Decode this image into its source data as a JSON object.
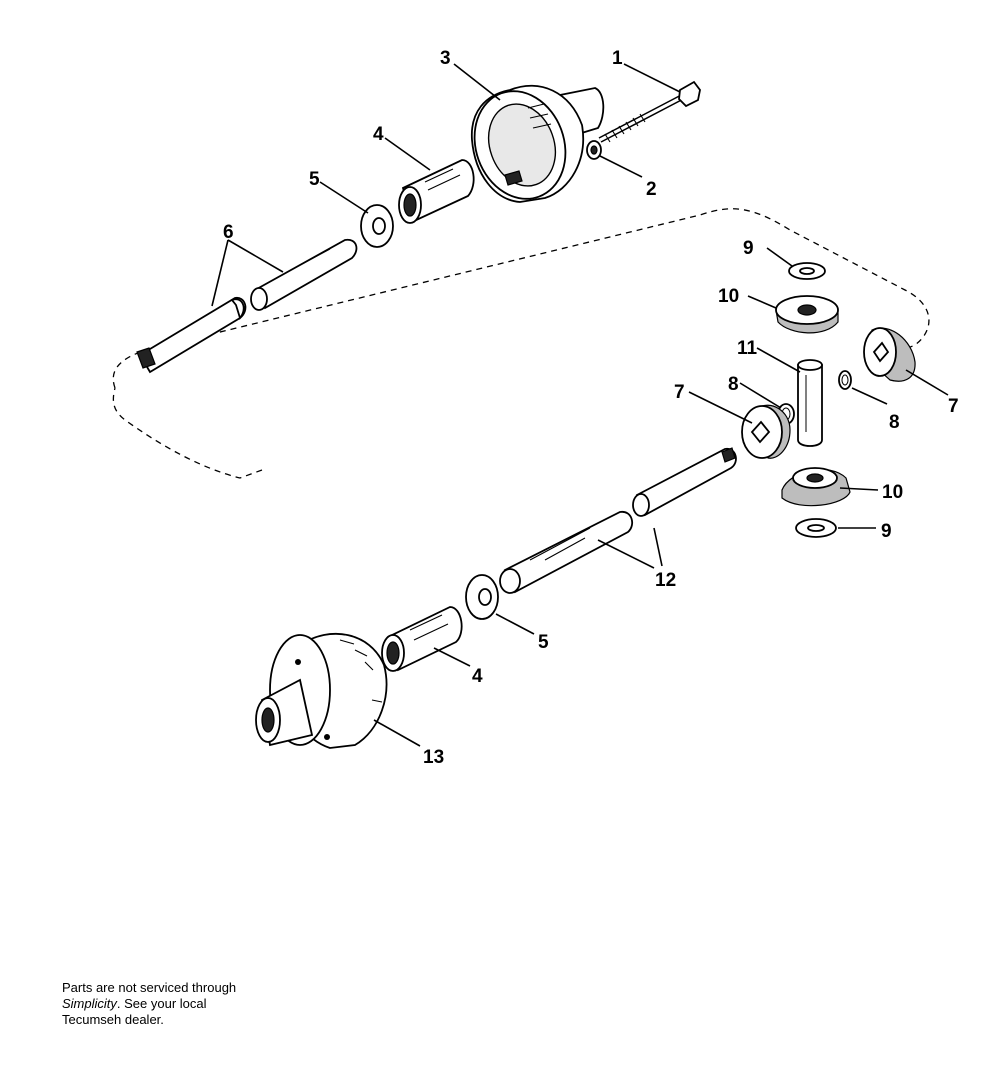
{
  "callouts": {
    "c1": "1",
    "c2": "2",
    "c3": "3",
    "c4a": "4",
    "c5a": "5",
    "c6": "6",
    "c7a": "7",
    "c7b": "7",
    "c8a": "8",
    "c8b": "8",
    "c9a": "9",
    "c9b": "9",
    "c10a": "10",
    "c10b": "10",
    "c11": "11",
    "c12": "12",
    "c5b": "5",
    "c4b": "4",
    "c13": "13"
  },
  "note": {
    "line1": "Parts are not serviced through",
    "brand": "Simplicity",
    "line2_rest": ". See your local",
    "line3": "Tecumseh dealer."
  }
}
